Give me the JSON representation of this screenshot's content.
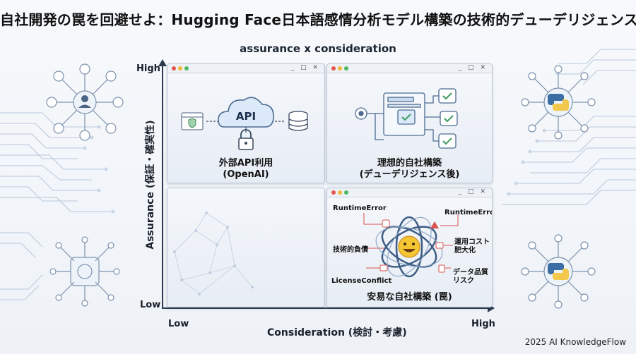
{
  "header": {
    "title": "自社開発の罠を回避せよ：Hugging Face日本語感情分析モデル構築の技術的デューデリジェンス",
    "subtitle": "assurance x consideration"
  },
  "axes": {
    "y_title": "Assurance (保証・確実性)",
    "y_high": "High",
    "y_low": "Low",
    "x_title": "Consideration (検討・考慮)",
    "x_low": "Low",
    "x_high": "High"
  },
  "quadrants": {
    "top_left": {
      "label_line1": "外部API利用",
      "label_line2": "(OpenAI)",
      "cloud_text": "API"
    },
    "top_right": {
      "label_line1": "理想的自社構築",
      "label_line2": "(デューデリジェンス後)"
    },
    "bottom_right": {
      "label": "安易な自社構築 (罠)",
      "annotations": {
        "runtime_error_left": "RuntimeError",
        "runtime_error_right": "RuntimeError",
        "tech_debt": "技術的負債",
        "cost_line1": "運用コスト",
        "cost_line2": "肥大化",
        "license": "LicenseConflict",
        "data_line1": "データ品質",
        "data_line2": "リスク"
      }
    }
  },
  "window_controls": "_ □ ✕",
  "footer": "2025 AI KnowledgeFlow"
}
